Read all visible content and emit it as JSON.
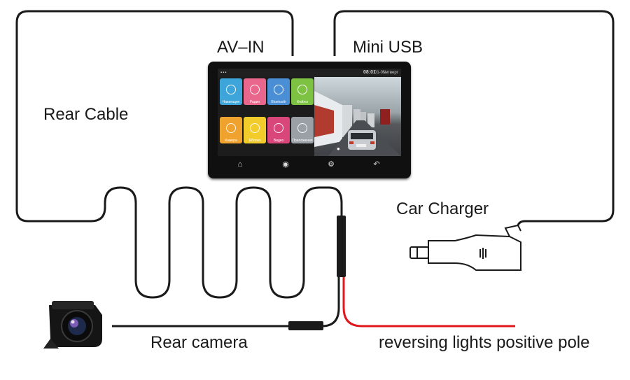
{
  "labels": {
    "rear_cable": "Rear Cable",
    "av_in": "AV–IN",
    "mini_usb": "Mini USB",
    "car_charger": "Car Charger",
    "rear_camera": "Rear camera",
    "reversing": "reversing lights positive pole"
  },
  "device": {
    "status_time": "08:01",
    "status_date": "01-01",
    "status_day": "Четверг",
    "apps": [
      {
        "label": "Навигация",
        "color": "#3da5d9",
        "icon": "location-icon"
      },
      {
        "label": "Радио",
        "color": "#e9678c",
        "icon": "radio-icon"
      },
      {
        "label": "Bluetooth",
        "color": "#4a8fd6",
        "icon": "phone-icon"
      },
      {
        "label": "Файлы",
        "color": "#7dc242",
        "icon": "folder-icon"
      },
      {
        "label": "Камера",
        "color": "#f0a22e",
        "icon": "camera-icon"
      },
      {
        "label": "Яблоко",
        "color": "#f2cc2b",
        "icon": "link-icon"
      },
      {
        "label": "Видео",
        "color": "#d9467a",
        "icon": "video-icon"
      },
      {
        "label": "Приложения",
        "color": "#9aa0a6",
        "icon": "apps-icon"
      }
    ],
    "nav": {
      "home": "⌂",
      "camera": "◉",
      "settings": "⚙",
      "back": "↶"
    }
  },
  "colors": {
    "wire": "#1a1a1a",
    "positive_wire": "#e0181c"
  }
}
